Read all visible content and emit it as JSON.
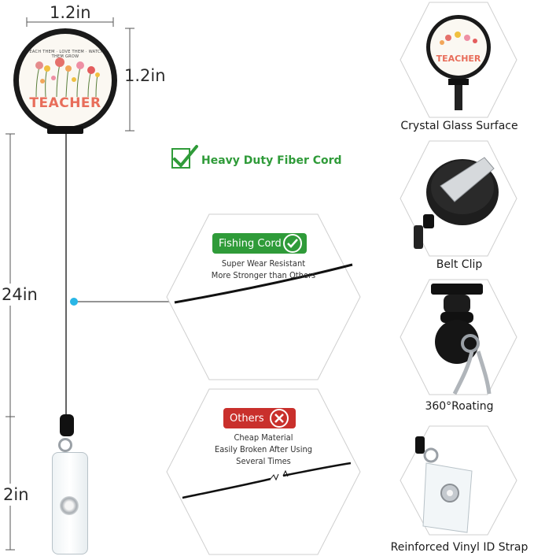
{
  "dimensions": {
    "width_label": "1.2in",
    "height_label": "1.2in",
    "cord_label": "24in",
    "strap_label": "2in"
  },
  "badge_face": {
    "title": "TEACHER",
    "tagline": "TEACH THEM · LOVE THEM · WATCH THEM GROW"
  },
  "cord_heading": "Heavy Duty Fiber Cord",
  "fishing_cord": {
    "label": "Fishing Cord",
    "line1": "Super Wear Resistant",
    "line2": "More Stronger than Others"
  },
  "others": {
    "label": "Others",
    "line1": "Cheap Material",
    "line2": "Easily Broken After Using",
    "line3": "Several Times"
  },
  "features": [
    {
      "label": "Crystal Glass Surface"
    },
    {
      "label": "Belt Clip"
    },
    {
      "label": "360°Roating"
    },
    {
      "label": "Reinforced Vinyl ID Strap"
    }
  ],
  "colors": {
    "green": "#2f9b39",
    "red": "#c9302c",
    "dimension_line": "#555555",
    "cyan_dot": "#29b6e6"
  }
}
